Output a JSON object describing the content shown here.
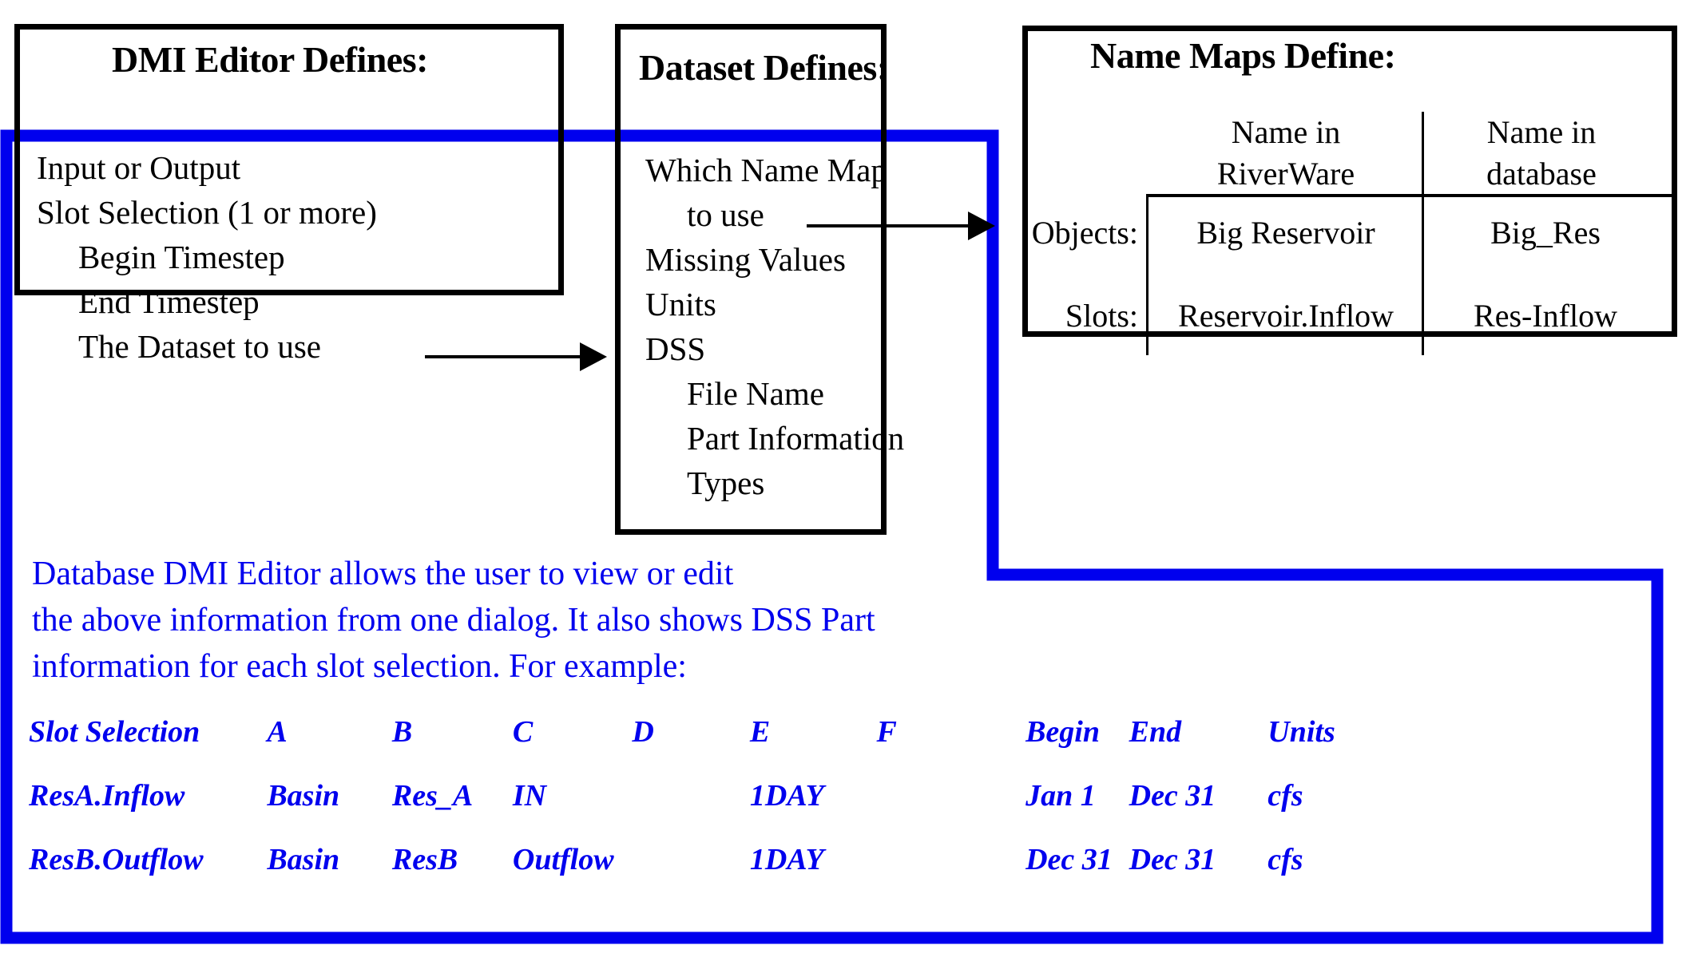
{
  "colors": {
    "blue": "#0000ee",
    "black": "#000000"
  },
  "boxes": {
    "dmi_editor": {
      "title": "DMI Editor Defines:",
      "lines": [
        "Input or Output",
        "Slot Selection (1 or more)",
        "Begin Timestep",
        "End Timestep",
        "The Dataset to use"
      ]
    },
    "dataset": {
      "title": "Dataset Defines:",
      "lines": [
        "Which Name Map",
        "to use",
        "Missing Values",
        "Units",
        "DSS",
        "File Name",
        "Part Information",
        "Types"
      ]
    },
    "name_maps": {
      "title": "Name Maps Define:",
      "col_header_riverware": "Name in\nRiverWare",
      "col_header_database": "Name in\ndatabase",
      "rows": [
        {
          "label": "Objects:",
          "riverware": "Big Reservoir",
          "database": "Big_Res"
        },
        {
          "label": "Slots:",
          "riverware": "Reservoir.Inflow",
          "database": "Res-Inflow"
        }
      ]
    }
  },
  "blue_note": "Database DMI Editor allows the user to view or edit\nthe above information from one dialog. It also shows DSS Part\ninformation for each slot selection. For example:",
  "example_table": {
    "headers": [
      "Slot Selection",
      "A",
      "B",
      "C",
      "D",
      "E",
      "F",
      "Begin",
      "End",
      "Units"
    ],
    "rows": [
      [
        "ResA.Inflow",
        "Basin",
        "Res_A",
        "IN",
        "",
        "1DAY",
        "",
        "Jan 1",
        "Dec 31",
        "cfs"
      ],
      [
        "ResB.Outflow",
        "Basin",
        "ResB",
        "Outflow",
        "",
        "1DAY",
        "",
        "Dec 31",
        "Dec 31",
        "cfs"
      ]
    ]
  },
  "arrows": {
    "dataset_arrow_label": "dataset-to-dataset-box-arrow",
    "namemap_arrow_label": "namemap-to-namemaps-box-arrow"
  }
}
